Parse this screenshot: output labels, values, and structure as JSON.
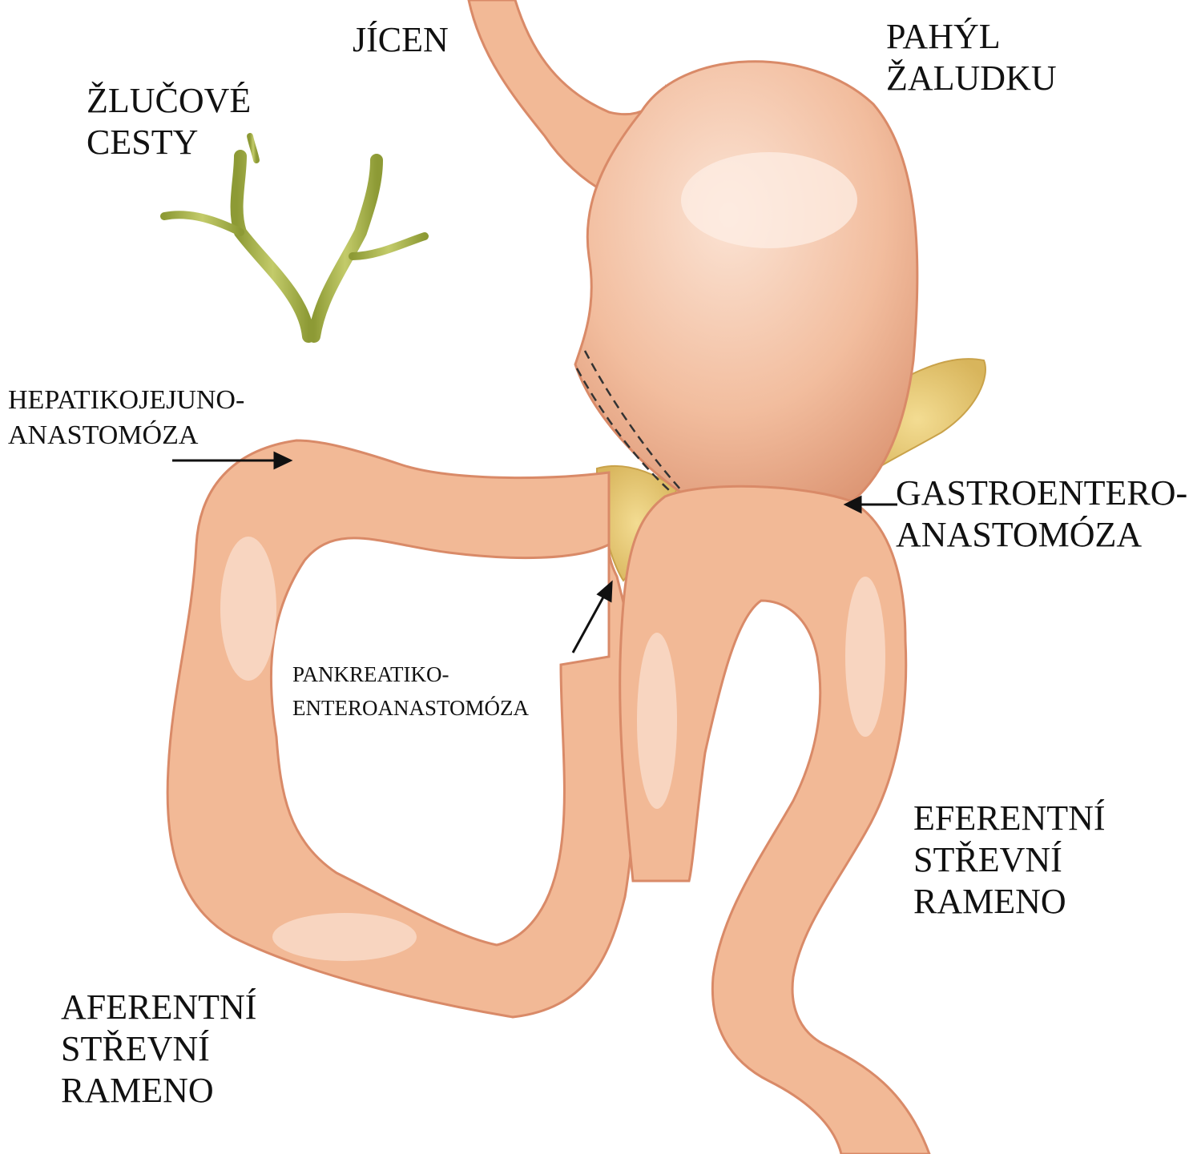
{
  "labels": {
    "jicen": "JÍCEN",
    "pahyl": "PAHÝL\nŽALUDKU",
    "zlucove_cesty": "ŽLUČOVÉ\nCESTY",
    "hepatikojejuno": "HEPATIKOJEJUNO-\nANASTOMÓZA",
    "gastroentero": "GASTROENTERO-\nANASTOMÓZA",
    "pankreatiko": "PANKREATIKO-\nENTEROANASTOMÓZA",
    "eferentni": "EFERENTNÍ\nSTŘEVNÍ\nRAMENO",
    "aferentni": "AFERENTNÍ\nSTŘEVNÍ\nRAMENO"
  },
  "colors": {
    "intestine": "#f2b996",
    "intestine_outline": "#d98a68",
    "stomach": "#f2bd9e",
    "bile_duct": "#a6b14a",
    "pancreas": "#e8cc78",
    "text": "#111111"
  }
}
